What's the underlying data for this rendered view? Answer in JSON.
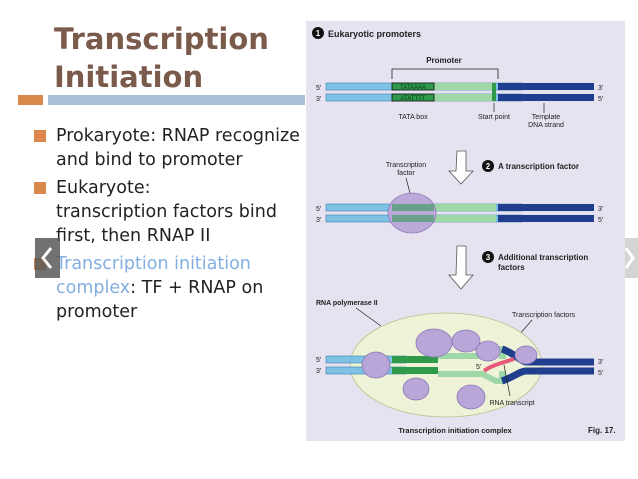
{
  "title": {
    "line1": "Transcription",
    "line2": "Initiation"
  },
  "bullets": [
    {
      "text": "Prokaryote: RNAP recognize and bind to promoter"
    },
    {
      "text_line1": "Eukaryote:",
      "text_line2": "transcription factors bind first, then RNAP II"
    },
    {
      "highlight": "Transcription initiation complex",
      "rest": ": TF + RNAP on promoter"
    }
  ],
  "figure": {
    "step1": "Eukaryotic promoters",
    "promoter_label": "Promoter",
    "tata_top": "TATAAAA",
    "tata_bottom": "ATATTTT",
    "tata_box": "TATA box",
    "start_point": "Start point",
    "template_line1": "Template",
    "template_line2": "DNA strand",
    "step2": "A transcription factor",
    "tf_line1": "Transcription",
    "tf_line2": "factor",
    "step3_line1": "Additional transcription",
    "step3_line2": "factors",
    "rnap": "RNA polymerase II",
    "tfs": "Transcription factors",
    "rna_transcript": "RNA transcript",
    "complex": "Transcription initiation complex",
    "fig_ref": "Fig. 17.",
    "num1": "1",
    "num2": "2",
    "num3": "3",
    "end5": "5'",
    "end3": "3'"
  },
  "colors": {
    "orange": "#d9874a",
    "title": "#7a5a4a",
    "highlight": "#82aee0",
    "dna_light": "#7ec3e6",
    "dna_dark": "#1f3e8e",
    "promoter_green": "#9fd8a7",
    "tata_green": "#2e9a4a",
    "protein": "#b8a6d8",
    "rna": "#e85a7a"
  }
}
